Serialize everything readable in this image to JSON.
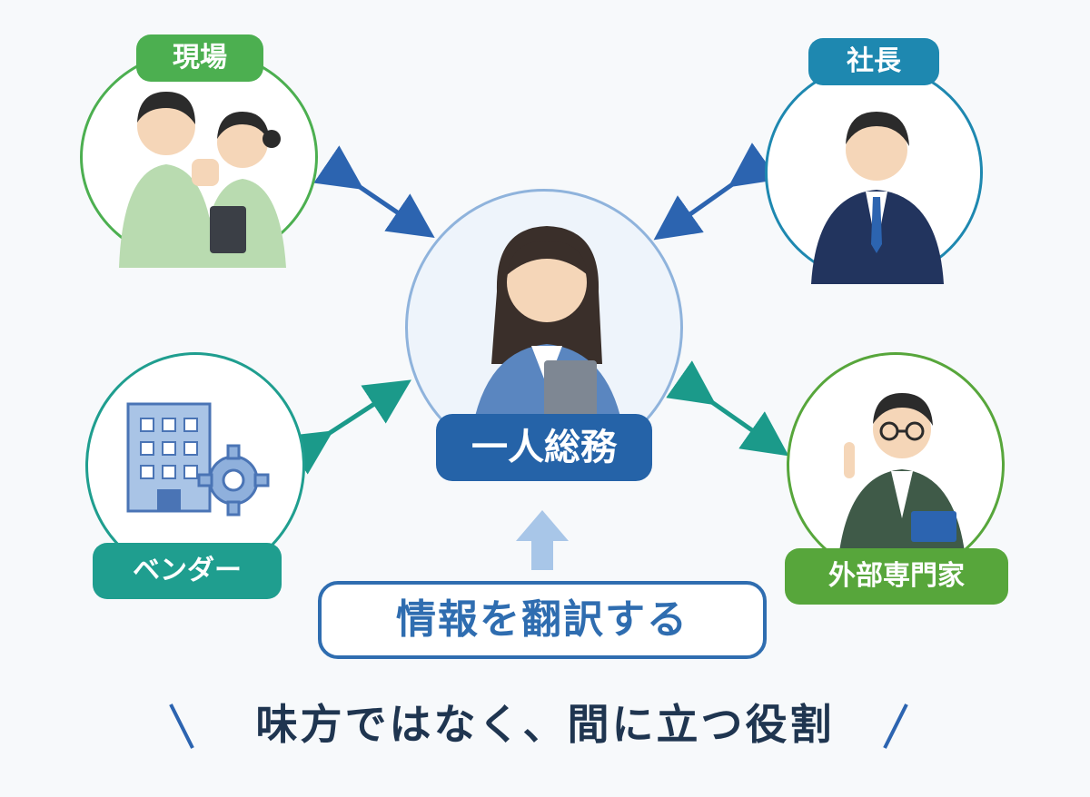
{
  "nodes": {
    "genba": {
      "label": "現場",
      "color": "#4caf50"
    },
    "shacho": {
      "label": "社長",
      "color": "#1e88b0"
    },
    "center": {
      "label": "一人総務",
      "color": "#2563a8"
    },
    "vendor": {
      "label": "ベンダー",
      "color": "#1f9e8f"
    },
    "expert": {
      "label": "外部専門家",
      "color": "#57a63b"
    }
  },
  "caption": "情報を翻訳する",
  "tagline": "味方ではなく、間に立つ役割",
  "colors": {
    "blue_arrow": "#2c64b0",
    "teal_arrow": "#1b9a8a",
    "up_arrow": "#a8c6e8",
    "tagline_slash": "#2c64b0"
  }
}
